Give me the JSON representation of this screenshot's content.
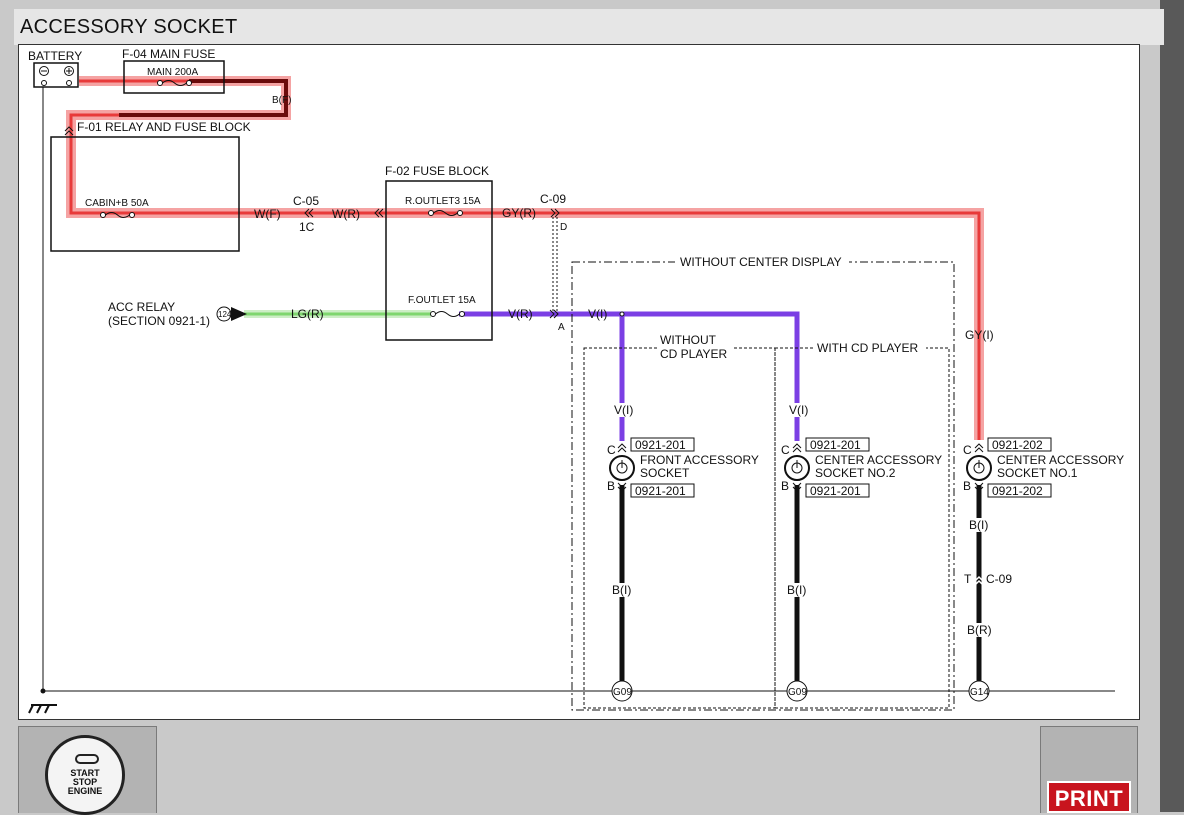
{
  "header": {
    "title": "ACCESSORY SOCKET"
  },
  "colors": {
    "power_wire": "#e83a3a",
    "power_glow": "#f5a3a3",
    "purple_wire": "#7b3fe4",
    "green_wire": "#7fd66f",
    "black_wire": "#111111",
    "print_button": "#c8141e"
  },
  "diagram": {
    "battery": "BATTERY",
    "main_fuse_block": "F-04  MAIN FUSE",
    "main_fuse": "MAIN 200A",
    "wire_bf": "B(F)",
    "relay_block": "F-01  RELAY AND FUSE BLOCK",
    "cabin_fuse": "CABIN+B 50A",
    "wire_wf": "W(F)",
    "conn_c05": "C-05",
    "conn_1c": "1C",
    "wire_wr": "W(R)",
    "fuse_block": "F-02 FUSE BLOCK",
    "router_fuse": "R.OUTLET3 15A",
    "wire_gyr": "GY(R)",
    "conn_c09": "C-09",
    "pin_d": "D",
    "pin_a": "A",
    "acc_relay_line1": "ACC RELAY",
    "acc_relay_line2": "(SECTION 0921-1)",
    "acc_relay_ref": "124",
    "wire_lgr": "LG(R)",
    "foutlet_fuse": "F.OUTLET 15A",
    "wire_vr": "V(R)",
    "wire_vi": "V(I)",
    "without_center_display": "WITHOUT CENTER DISPLAY",
    "without_cd_line1": "WITHOUT",
    "without_cd_line2": "CD PLAYER",
    "with_cd": "WITH CD PLAYER",
    "wire_gyi": "GY(I)",
    "pin_c": "C",
    "pin_b": "B",
    "pin_t": "T",
    "wire_bi": "B(I)",
    "wire_br": "B(R)",
    "ground_g09": "G09",
    "ground_g14": "G14",
    "front_socket": {
      "name_line1": "FRONT ACCESSORY",
      "name_line2": "SOCKET",
      "conn_top": "0921-201",
      "conn_bottom": "0921-201"
    },
    "center_socket_2": {
      "name_line1": "CENTER ACCESSORY",
      "name_line2": "SOCKET NO.2",
      "conn_top": "0921-201",
      "conn_bottom": "0921-201"
    },
    "center_socket_1": {
      "name_line1": "CENTER ACCESSORY",
      "name_line2": "SOCKET NO.1",
      "conn_top": "0921-202",
      "conn_bottom": "0921-202"
    }
  },
  "controls": {
    "start_stop": "START\nSTOP\nENGINE",
    "print": "PRINT"
  }
}
